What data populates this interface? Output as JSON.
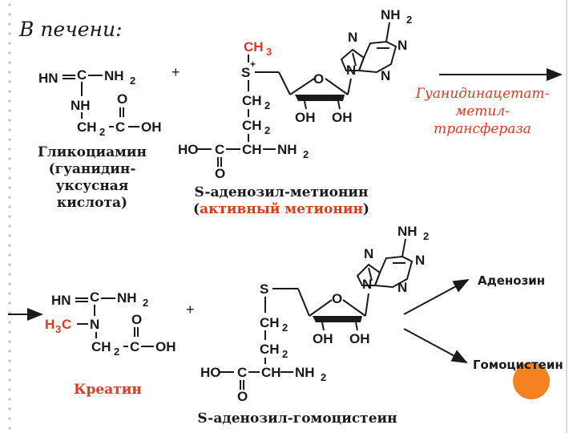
{
  "title": "В печени:",
  "enzyme": {
    "line1": "Гуанидинацетат-",
    "line2": "метил-",
    "line3": "трансфераза"
  },
  "captions": {
    "glycocyamine": [
      "Гликоциамин",
      "(гуанидин-",
      "уксусная",
      "кислота)"
    ],
    "sam": "S-аденозил-метионин",
    "sam_active_open": "(",
    "sam_active": "активный метионин",
    "sam_active_close": ")",
    "creatine": "Креатин",
    "sah": "S-аденозил-гомоцистеин"
  },
  "products": {
    "adenosine": "Аденозин",
    "homocysteine": "Гомоцистеин"
  },
  "chem": {
    "hn": "HN",
    "c": "C",
    "nh2": "NH",
    "two": "2",
    "nh": "NH",
    "n": "N",
    "o": "O",
    "oh": "OH",
    "ch2": "CH",
    "ch": "CH",
    "ho": "HO",
    "s": "S",
    "ch3": "CH",
    "three": "3",
    "h3c": "H",
    "plus_sign": "+",
    "reaction_plus": "+"
  },
  "colors": {
    "accent_red": "#e03a1e",
    "text": "#1a1a1a",
    "orange_circle": "#f58220",
    "rail": "#d9d9d9"
  }
}
